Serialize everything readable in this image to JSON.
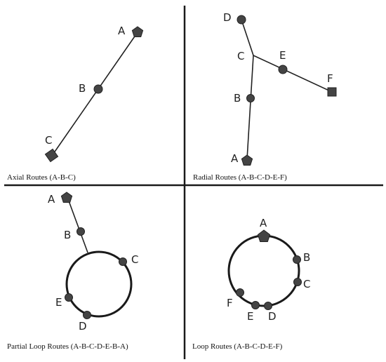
{
  "panels": [
    {
      "id": "axial",
      "caption": "Axial Routes (A-B-C)",
      "nodes": [
        {
          "label": "A",
          "shape": "pentagon"
        },
        {
          "label": "B",
          "shape": "circle"
        },
        {
          "label": "C",
          "shape": "square"
        }
      ]
    },
    {
      "id": "radial",
      "caption": "Radial Routes (A-B-C-D-E-F)",
      "nodes": [
        {
          "label": "D",
          "shape": "circle"
        },
        {
          "label": "C",
          "shape": "none"
        },
        {
          "label": "E",
          "shape": "circle"
        },
        {
          "label": "F",
          "shape": "square"
        },
        {
          "label": "B",
          "shape": "circle"
        },
        {
          "label": "A",
          "shape": "pentagon"
        }
      ]
    },
    {
      "id": "partial-loop",
      "caption": "Partial Loop Routes (A-B-C-D-E-B-A)",
      "nodes": [
        {
          "label": "A",
          "shape": "pentagon"
        },
        {
          "label": "B",
          "shape": "circle"
        },
        {
          "label": "C",
          "shape": "circle"
        },
        {
          "label": "E",
          "shape": "circle"
        },
        {
          "label": "D",
          "shape": "circle"
        }
      ]
    },
    {
      "id": "loop",
      "caption": "Loop Routes (A-B-C-D-E-F)",
      "nodes": [
        {
          "label": "A",
          "shape": "pentagon"
        },
        {
          "label": "B",
          "shape": "circle"
        },
        {
          "label": "C",
          "shape": "circle"
        },
        {
          "label": "F",
          "shape": "circle"
        },
        {
          "label": "E",
          "shape": "circle"
        },
        {
          "label": "D",
          "shape": "circle"
        }
      ]
    }
  ],
  "colors": {
    "line": "#222222",
    "node": "#444444",
    "background": "#ffffff"
  }
}
